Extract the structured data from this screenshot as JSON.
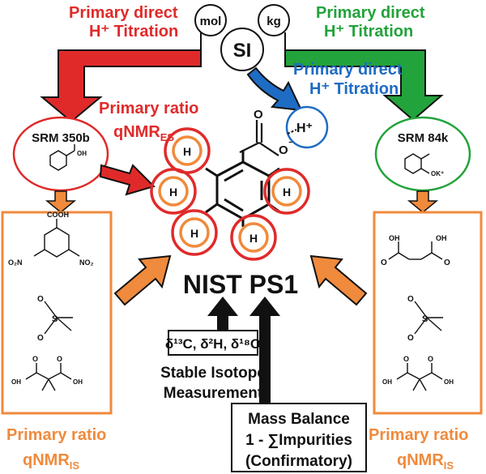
{
  "labels": {
    "red_titration_1": "Primary direct",
    "red_titration_2": "H⁺ Titration",
    "green_titration_1": "Primary direct",
    "green_titration_2": "H⁺ Titration",
    "blue_titration_1": "Primary direct",
    "blue_titration_2": "H⁺ Titration",
    "si_mol": "mol",
    "si_kg": "kg",
    "si": "SI",
    "primary_ratio_es_1": "Primary ratio",
    "primary_ratio_es_2": "qNMR",
    "primary_ratio_es_sub": "ES",
    "srm_350b": "SRM 350b",
    "srm_84k": "SRM 84k",
    "center_title": "NIST PS1",
    "isotope_box": "δ¹³C, δ²H, δ¹⁸O",
    "isotope_1": "Stable Isotope",
    "isotope_2": "Measurement",
    "mass_balance_1": "Mass Balance",
    "mass_balance_2": "1 - ∑Impurities",
    "mass_balance_3": "(Confirmatory)",
    "left_ratio_1": "Primary ratio",
    "left_ratio_2": "qNMR",
    "left_ratio_sub": "IS",
    "right_ratio_1": "Primary ratio",
    "right_ratio_2": "qNMR",
    "right_ratio_sub": "IS",
    "h": "H",
    "cooh": "COOH",
    "no2": "O₂N",
    "no2_r": "NO₂",
    "oh": "OH",
    "o": "O",
    "s": "S",
    "carboxylate_o": "O",
    "carboxylate_minus": "⁻",
    "h_plus": "H⁺",
    "ok": "OK⁺"
  },
  "colors": {
    "red": "#e02a2a",
    "green": "#22a33b",
    "blue": "#1e6cc4",
    "orange": "#f08a3c",
    "black": "#111111"
  }
}
